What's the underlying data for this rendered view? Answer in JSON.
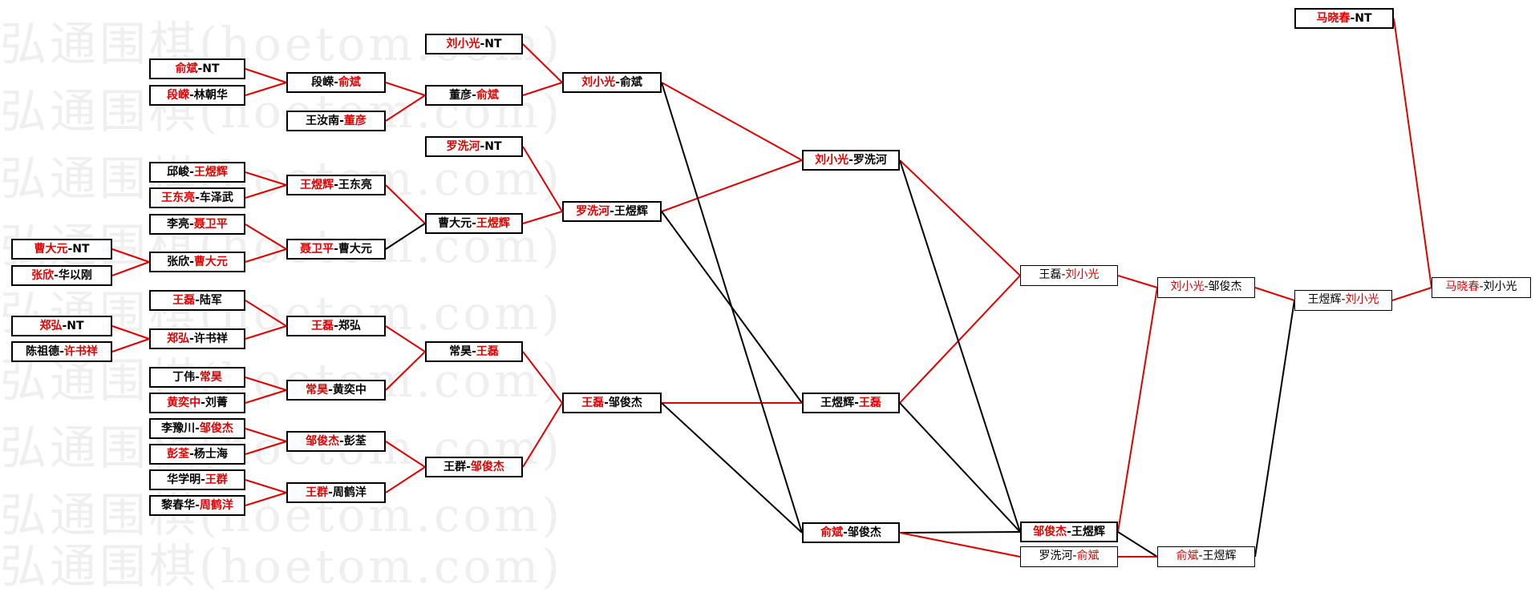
{
  "watermark": "弘通围棋(hoetom.com)",
  "colors": {
    "winner": "#e00000",
    "line_red": "#e00000",
    "line_black": "#000000"
  },
  "round1": {
    "m1": {
      "p1": "俞斌",
      "p2": "NT"
    },
    "m2": {
      "p1": "段嵘",
      "p2": "林朝华"
    },
    "m3": {
      "p1": "邱峻",
      "p2": "王煜辉"
    },
    "m4": {
      "p1": "王东亮",
      "p2": "车泽武"
    },
    "m5": {
      "p1": "李亮",
      "p2": "聂卫平"
    },
    "m6": {
      "p1": "曹大元",
      "p2": "NT"
    },
    "m7": {
      "p1": "张欣",
      "p2": "华以刚"
    },
    "m8": {
      "p1": "王磊",
      "p2": "陆军"
    },
    "m9": {
      "p1": "郑弘",
      "p2": "NT"
    },
    "m10": {
      "p1": "陈祖德",
      "p2": "许书祥"
    },
    "m11": {
      "p1": "丁伟",
      "p2": "常昊"
    },
    "m12": {
      "p1": "黄奕中",
      "p2": "刘菁"
    },
    "m13": {
      "p1": "李豫川",
      "p2": "邹俊杰"
    },
    "m14": {
      "p1": "彭荃",
      "p2": "杨士海"
    },
    "m15": {
      "p1": "华学明",
      "p2": "王群"
    },
    "m16": {
      "p1": "黎春华",
      "p2": "周鹤洋"
    }
  },
  "round2": {
    "m1": {
      "p1": "段嵘",
      "p2": "俞斌"
    },
    "m2": {
      "p1": "王汝南",
      "p2": "董彦"
    },
    "m3": {
      "p1": "王煜辉",
      "p2": "王东亮"
    },
    "m4": {
      "p1": "聂卫平",
      "p2": "曹大元"
    },
    "m5": {
      "p1": "张欣",
      "p2": "曹大元"
    },
    "m6": {
      "p1": "王磊",
      "p2": "郑弘"
    },
    "m7": {
      "p1": "郑弘",
      "p2": "许书祥"
    },
    "m8": {
      "p1": "常昊",
      "p2": "黄奕中"
    },
    "m9": {
      "p1": "邹俊杰",
      "p2": "彭荃"
    },
    "m10": {
      "p1": "王群",
      "p2": "周鹤洋"
    }
  },
  "round3": {
    "m1": {
      "p1": "刘小光",
      "p2": "NT"
    },
    "m2": {
      "p1": "董彦",
      "p2": "俞斌"
    },
    "m3": {
      "p1": "罗洗河",
      "p2": "NT"
    },
    "m4": {
      "p1": "曹大元",
      "p2": "王煜辉"
    },
    "m5": {
      "p1": "常昊",
      "p2": "王磊"
    },
    "m6": {
      "p1": "王群",
      "p2": "邹俊杰"
    }
  },
  "round4": {
    "m1": {
      "p1": "刘小光",
      "p2": "俞斌"
    },
    "m2": {
      "p1": "罗洗河",
      "p2": "王煜辉"
    },
    "m3": {
      "p1": "王磊",
      "p2": "邹俊杰"
    }
  },
  "round5": {
    "m1": {
      "p1": "刘小光",
      "p2": "罗洗河"
    },
    "m2": {
      "p1": "王煜辉",
      "p2": "王磊"
    },
    "m3": {
      "p1": "俞斌",
      "p2": "邹俊杰"
    }
  },
  "round6": {
    "m1": {
      "p1": "王磊",
      "p2": "刘小光"
    },
    "m2": {
      "p1": "邹俊杰",
      "p2": "王煜辉"
    },
    "m3": {
      "p1": "罗洗河",
      "p2": "俞斌"
    }
  },
  "round7": {
    "m1": {
      "p1": "刘小光",
      "p2": "邹俊杰"
    },
    "m2": {
      "p1": "俞斌",
      "p2": "王煜辉"
    }
  },
  "round8": {
    "m1": {
      "p1": "王煜辉",
      "p2": "刘小光"
    }
  },
  "final": {
    "m1": {
      "p1": "马晓春",
      "p2": "NT"
    },
    "m2": {
      "p1": "马晓春",
      "p2": "刘小光"
    }
  }
}
